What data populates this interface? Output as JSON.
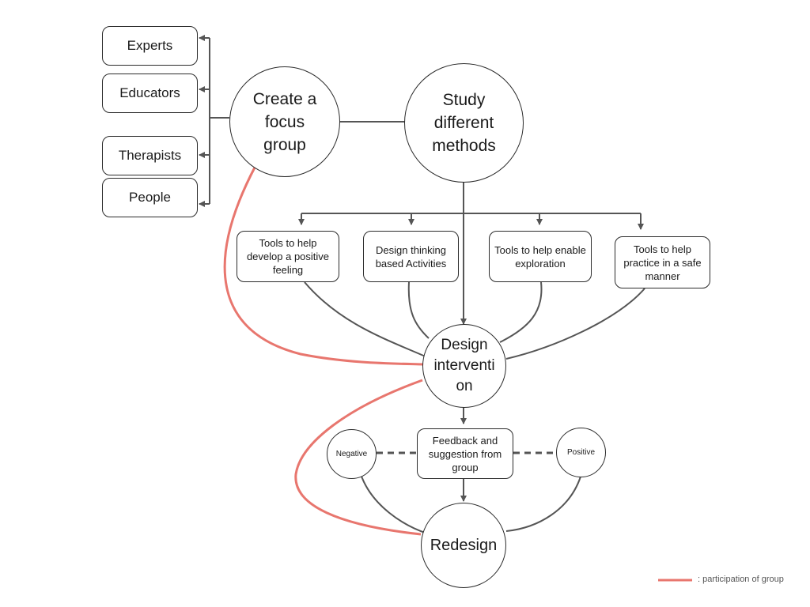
{
  "groups": {
    "experts": "Experts",
    "educators": "Educators",
    "therapists": "Therapists",
    "people": "People"
  },
  "nodes": {
    "focus_group": "Create a focus group",
    "study_methods": "Study different methods",
    "design_intervention": "Design interventi on",
    "redesign": "Redesign",
    "negative": "Negative",
    "positive": "Positive",
    "feedback": "Feedback and suggestion from group"
  },
  "methods": {
    "positive_feeling": "Tools to help develop a positive feeling",
    "design_thinking": "Design thinking based Activities",
    "exploration": "Tools to help enable exploration",
    "safe_practice": "Tools to help practice in a safe manner"
  },
  "legend": {
    "label": ": participation of group"
  },
  "colors": {
    "line": "#555555",
    "participation": "#e8766e",
    "border": "#2b2b2b"
  }
}
